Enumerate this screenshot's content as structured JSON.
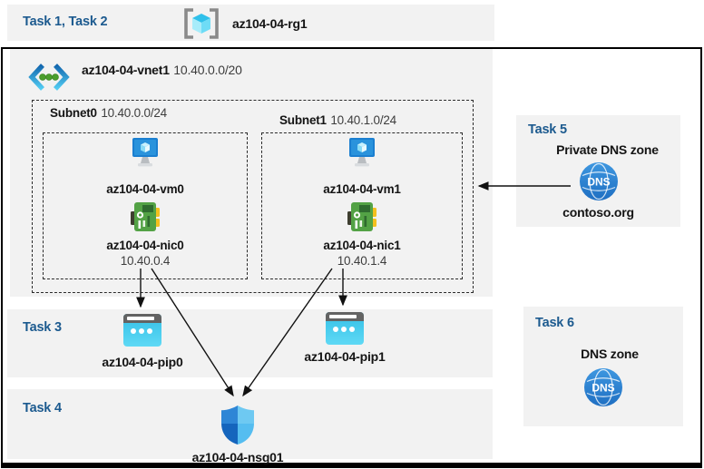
{
  "colors": {
    "accent_blue": "#1c5a8f",
    "panel_gray": "#f2f2f2"
  },
  "header": {
    "tasks": "Task 1, Task 2",
    "resource_group": "az104-04-rg1"
  },
  "vnet": {
    "name": "az104-04-vnet1",
    "cidr": "10.40.0.0/20"
  },
  "subnets": [
    {
      "name": "Subnet0",
      "cidr": "10.40.0.0/24",
      "vm": "az104-04-vm0",
      "nic": "az104-04-nic0",
      "ip": "10.40.0.4"
    },
    {
      "name": "Subnet1",
      "cidr": "10.40.1.0/24",
      "vm": "az104-04-vm1",
      "nic": "az104-04-nic1",
      "ip": "10.40.1.4"
    }
  ],
  "task3": {
    "label": "Task 3",
    "pip0": "az104-04-pip0",
    "pip1": "az104-04-pip1"
  },
  "task4": {
    "label": "Task 4",
    "nsg": "az104-04-nsg01"
  },
  "task5": {
    "label": "Task 5",
    "title": "Private DNS zone",
    "zone": "contoso.org",
    "badge": "DNS"
  },
  "task6": {
    "label": "Task 6",
    "title": "DNS zone",
    "badge": "DNS"
  }
}
